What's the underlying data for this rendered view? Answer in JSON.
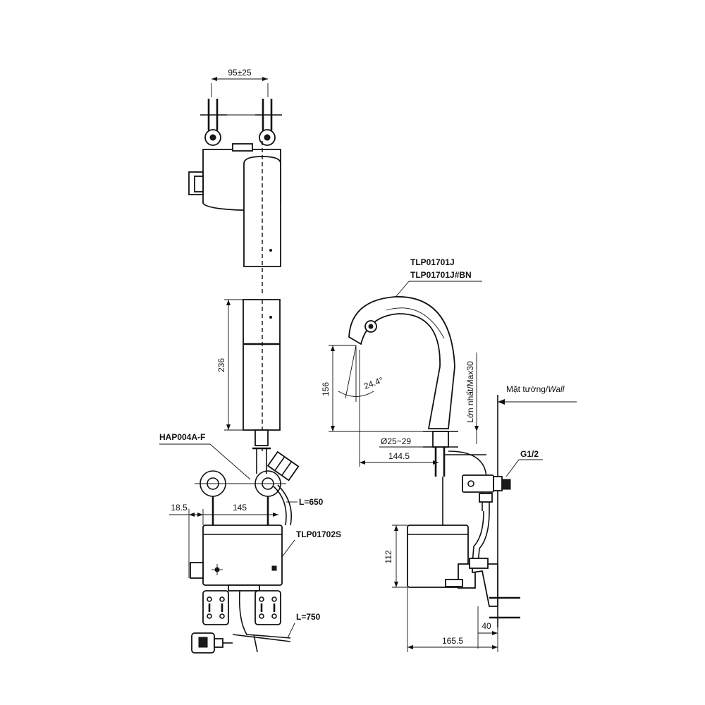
{
  "dimensions": {
    "mount_spacing": "95±25",
    "spout_height_front": "236",
    "spout_height_side": "156",
    "spout_angle": "24.4°",
    "hole_diameter": "Ø25~29",
    "spout_reach": "144.5",
    "box_offset": "18.5",
    "box_width": "145",
    "box_height": "112",
    "wall_distance": "165.5",
    "wall_bracket": "40",
    "hose_length_1": "L=650",
    "hose_length_2": "L=750",
    "max_thickness": "Lớn nhất/Max30"
  },
  "parts": {
    "faucet_model_1": "TLP01701J",
    "faucet_model_2": "TLP01701J#BN",
    "valve_model": "HAP004A-F",
    "controller_model": "TLP01702S",
    "thread": "G1/2"
  },
  "wall_label": {
    "prefix": "Mặt tường/",
    "suffix": "Wall"
  }
}
